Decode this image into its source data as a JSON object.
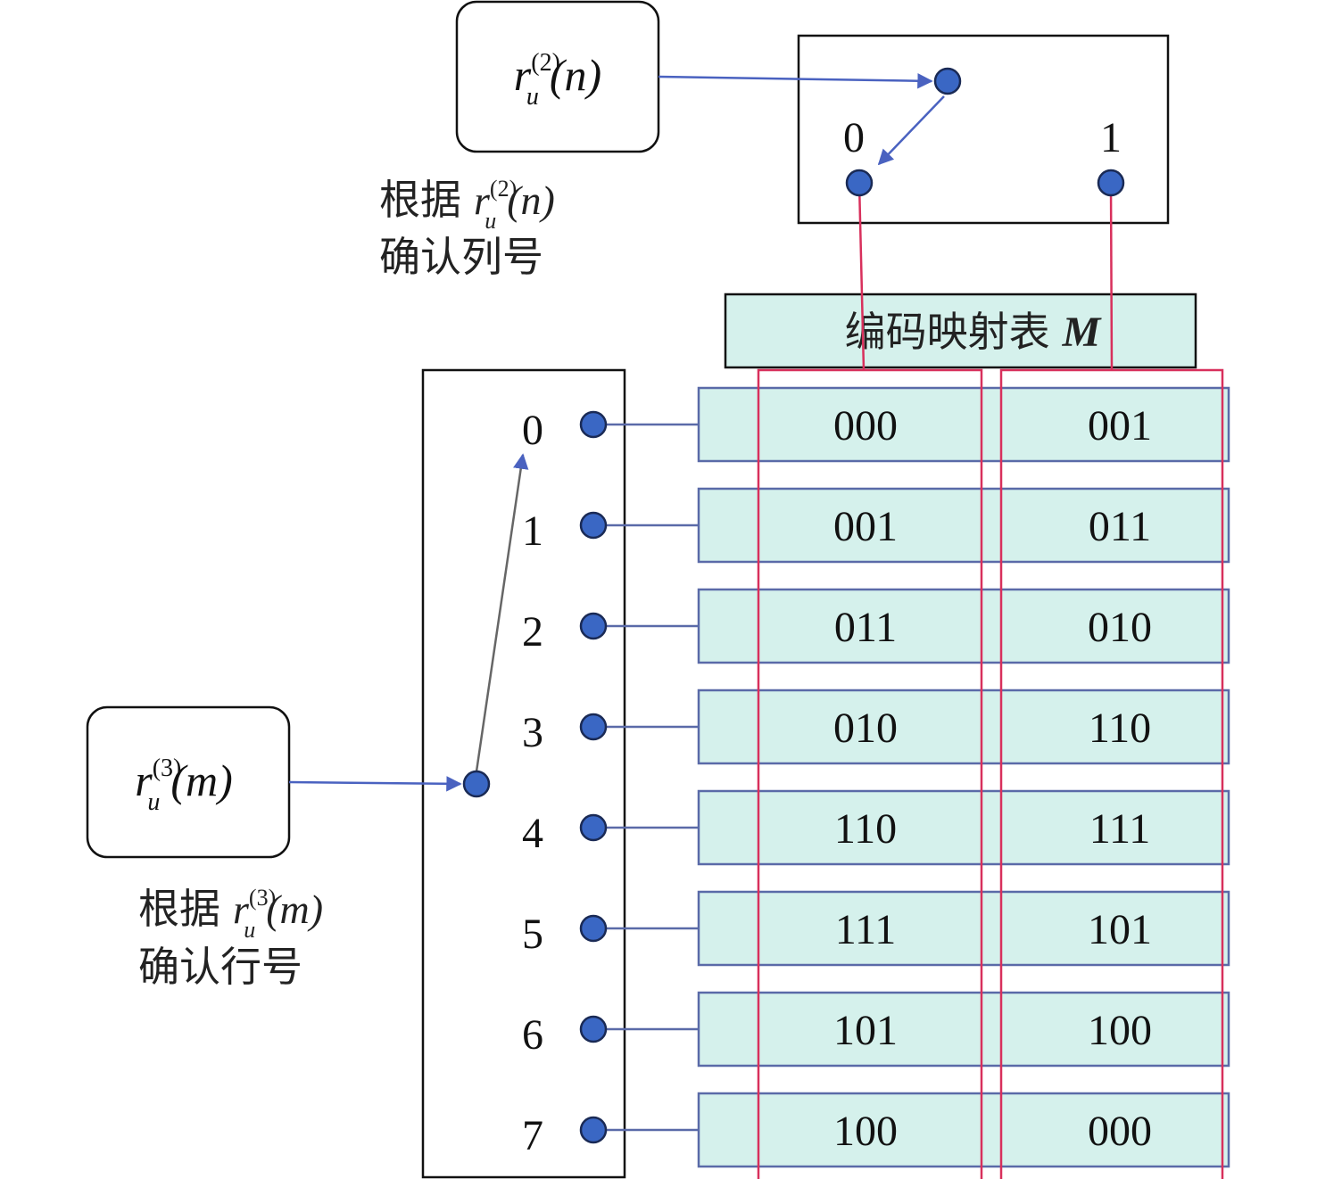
{
  "col_source": {
    "base": "r",
    "sub": "u",
    "sup": "(2)",
    "arg": "(n)"
  },
  "row_source": {
    "base": "r",
    "sub": "u",
    "sup": "(3)",
    "arg": "(m)"
  },
  "col_caption": {
    "prefix": "根据",
    "suffix": "确认列号"
  },
  "row_caption": {
    "prefix": "根据",
    "suffix": "确认行号"
  },
  "col_switch": {
    "labels": [
      "0",
      "1"
    ],
    "selected": 0
  },
  "row_switch": {
    "labels": [
      "0",
      "1",
      "2",
      "3",
      "4",
      "5",
      "6",
      "7"
    ],
    "input_from": 3,
    "selected": 0
  },
  "table": {
    "title": "编码映射表",
    "title_symbol": "M",
    "columns": [
      "0",
      "1"
    ],
    "rows": [
      [
        "000",
        "001"
      ],
      [
        "001",
        "011"
      ],
      [
        "011",
        "010"
      ],
      [
        "010",
        "110"
      ],
      [
        "110",
        "111"
      ],
      [
        "111",
        "101"
      ],
      [
        "101",
        "100"
      ],
      [
        "100",
        "000"
      ]
    ]
  },
  "colors": {
    "dot_fill": "#3a67c4",
    "dot_stroke": "#1a2a55",
    "arrow": "#4a62c0",
    "red_line": "#d8305c",
    "cell_fill": "#d5f1ec",
    "cell_stroke": "#5a6aa8",
    "box_stroke": "#111111"
  }
}
